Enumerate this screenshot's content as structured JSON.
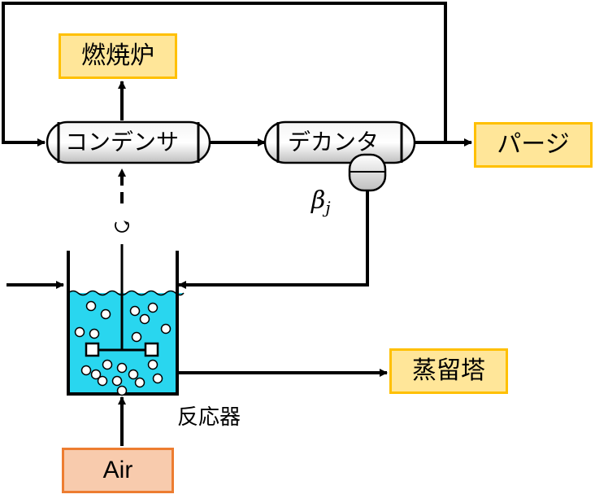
{
  "nodes": {
    "incinerator": "燃焼炉",
    "condenser": "コンデンサ",
    "decanter": "デカンタ",
    "purge": "パージ",
    "distillation_column": "蒸留塔",
    "air": "Air",
    "reactor": "反応器"
  },
  "labels": {
    "beta_symbol": "β",
    "beta_subscript": "j"
  },
  "colors": {
    "output_box_fill": "#FFE699",
    "output_box_border": "#FFC000",
    "air_box_fill": "#F8CBAD",
    "air_box_border": "#ED7D31",
    "liquid": "#29D6EF",
    "vessel_body": "#D9D9D9"
  }
}
